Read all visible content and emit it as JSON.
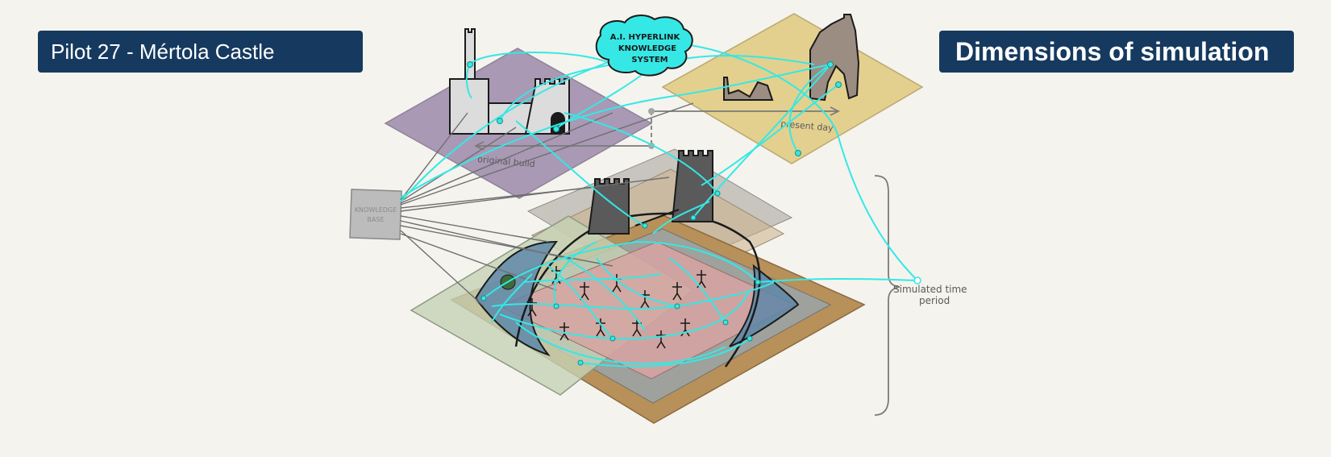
{
  "header": {
    "left_title": "Pilot 27 - Mértola Castle",
    "right_title": "Dimensions of simulation"
  },
  "diagram": {
    "cloud_lines": [
      "A.I. HYPERLINK",
      "KNOWLEDGE",
      "SYSTEM"
    ],
    "knowledge_base_lines": [
      "KNOWLEDGE",
      "BASE"
    ],
    "original_label": "original build",
    "present_label": "present day",
    "time_label_lines": [
      "Simulated time",
      "period"
    ]
  },
  "colors": {
    "accent": "#35e8e5",
    "title_bg": "#163a5f",
    "purple_plane": "#a999b5",
    "yellow_plane": "#e3d08e",
    "green_plane": "#c5d2b5",
    "brown_plane": "#b8905a",
    "pink_plane": "#d7a3a2"
  }
}
